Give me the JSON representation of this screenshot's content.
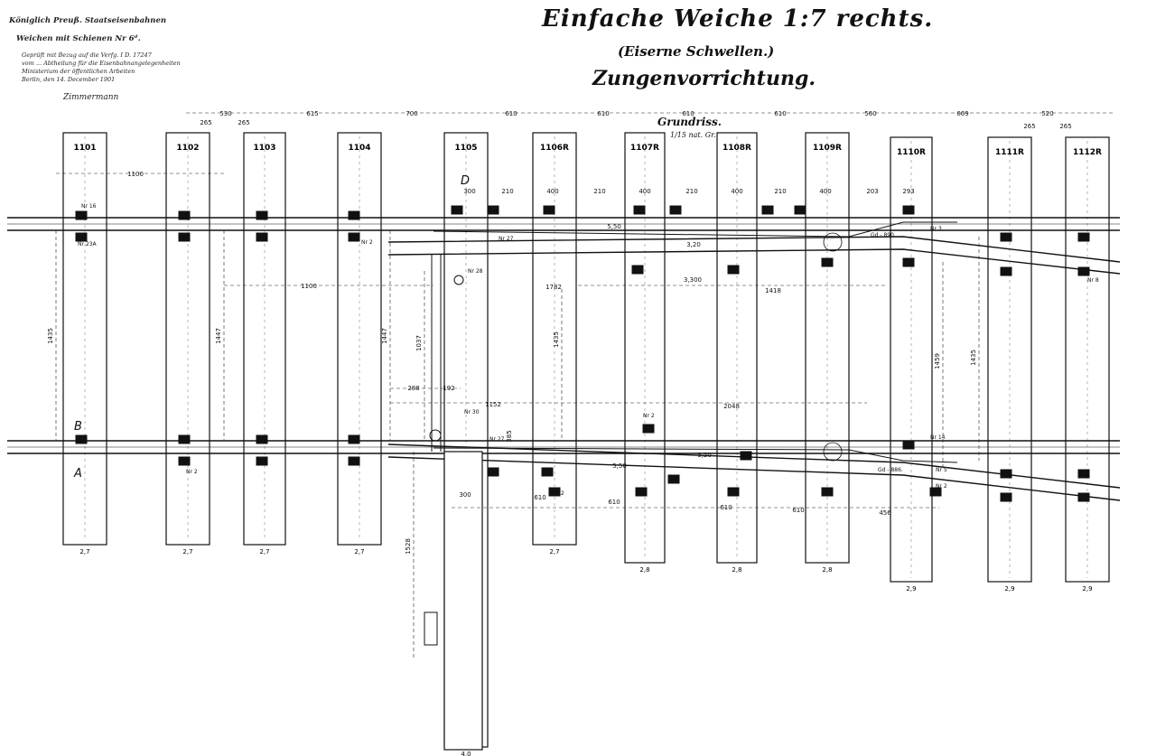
{
  "header": {
    "authority": "Königlich Preuß. Staatseisenbahnen",
    "series": "Weichen mit Schienen Nr 6ᵈ.",
    "approval_lines": [
      "Geprüft mit Bezug auf die Verfg. I D. 17247",
      "vom ... Abtheilung für die Eisenbahnangelegenheiten",
      "Ministerium der öffentlichen Arbeiten",
      "Berlin, den 14. December 1901"
    ],
    "signature": "Zimmermann"
  },
  "title": "Einfache Weiche 1:7 rechts.",
  "subtitle": "(Eiserne Schwellen.)",
  "subtitle2": "Zungenvorrichtung.",
  "plan_label": "Grundriss.",
  "plan_scale": "1/15 nat. Gr.",
  "sleepers": [
    {
      "id": "1101",
      "weight": "2,7"
    },
    {
      "id": "1102",
      "weight": "2,7"
    },
    {
      "id": "1103",
      "weight": "2,7"
    },
    {
      "id": "1104",
      "weight": "2,7"
    },
    {
      "id": "1105",
      "weight": "4,0"
    },
    {
      "id": "1106R",
      "weight": "2,7"
    },
    {
      "id": "1107R",
      "weight": "2,8"
    },
    {
      "id": "1108R",
      "weight": "2,8"
    },
    {
      "id": "1109R",
      "weight": "2,8"
    },
    {
      "id": "1110R",
      "weight": "2,9"
    },
    {
      "id": "1111R",
      "weight": "2,9"
    },
    {
      "id": "1112R",
      "weight": "2,9"
    }
  ],
  "top_dimensions": [
    "530",
    "265",
    "265",
    "615",
    "700",
    "610",
    "610",
    "610",
    "610",
    "560",
    "669",
    "520",
    "265",
    "265"
  ],
  "dimensions": {
    "d1100a": "1100",
    "d1100b": "1100",
    "d1435a": "1435",
    "d1447a": "1447",
    "d1447b": "1447",
    "d1037": "1037",
    "d1435b": "1435",
    "d1459": "1459",
    "d1435c": "1435",
    "d288": "288",
    "d192": "192",
    "d1152": "1152",
    "d2048": "2048",
    "d1782": "1782",
    "d3300": "3,300",
    "d1418": "1418",
    "d300a": "300",
    "d210a": "210",
    "d400a": "400",
    "d210b": "210",
    "d400b": "400",
    "d210c": "210",
    "d400c": "400",
    "d210d": "210",
    "d400d": "400",
    "d203": "203",
    "d293": "293",
    "d300b": "300",
    "d610a": "610",
    "d610b": "610",
    "d610c": "610",
    "d610d": "610",
    "d456": "456",
    "d1528": "1528",
    "d550a": "5,50",
    "d320a": "3,20",
    "d550b": "5,50",
    "d320b": "3,20",
    "d385": "385"
  },
  "labels": {
    "nr16": "Nr 16",
    "nr23a": "Nr 23A",
    "nr2a": "Nr 2",
    "nr2b": "Nr 2",
    "nr27a": "Nr 27",
    "nr27b": "Nr 27",
    "nr28": "Nr 28",
    "nr30": "Nr 30",
    "nr2c": "Nr 2",
    "nr2d": "Nr 2",
    "nr2e": "Nr 2",
    "nr3": "Nr 3",
    "nr14": "Nr 14",
    "nr5": "Nr 5",
    "nr8": "Nr 8",
    "gd890": "Gd - 890.",
    "gd886": "Gd - 886.",
    "letterA": "A",
    "letterB": "B",
    "letterD": "D"
  }
}
